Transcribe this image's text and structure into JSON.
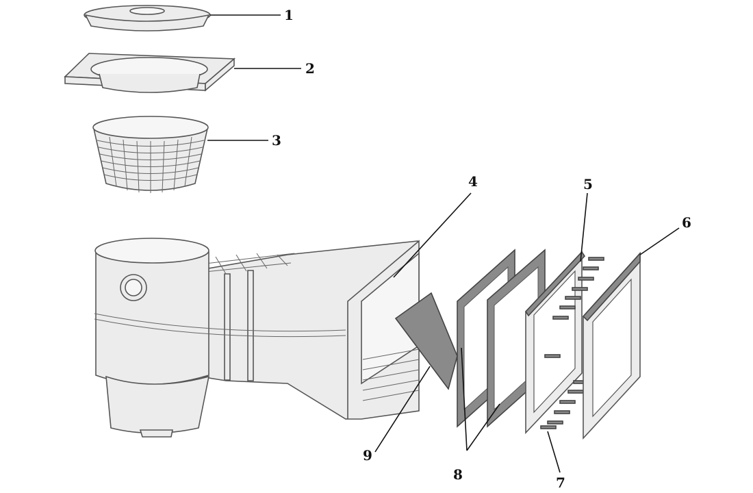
{
  "callouts": [
    {
      "id": "lid",
      "label": "1"
    },
    {
      "id": "deck-ring",
      "label": "2"
    },
    {
      "id": "basket",
      "label": "3"
    },
    {
      "id": "mouth-weir",
      "label": "4"
    },
    {
      "id": "face-plate",
      "label": "5"
    },
    {
      "id": "trim-frame",
      "label": "6"
    },
    {
      "id": "screws",
      "label": "7"
    },
    {
      "id": "gaskets",
      "label": "8"
    },
    {
      "id": "flap-weir",
      "label": "9"
    }
  ],
  "colors": {
    "line": "#555555",
    "fill": "#ececec",
    "dark": "#8a8a8a",
    "text": "#111111"
  }
}
